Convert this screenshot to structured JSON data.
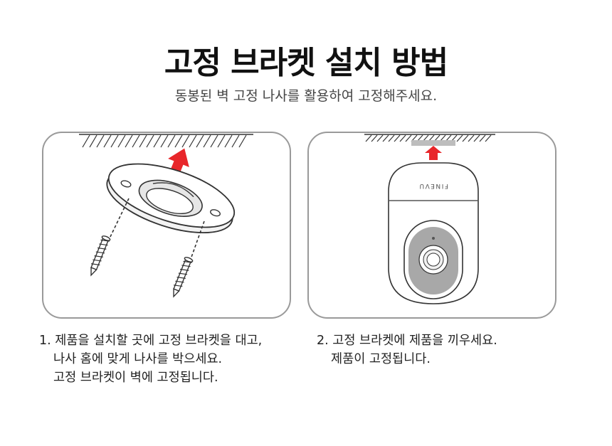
{
  "title": "고정 브라켓 설치 방법",
  "subtitle": "동봉된 벽 고정 나사를 활용하여 고정해주세요.",
  "camera_brand": "FINEVU",
  "steps": [
    {
      "lines": [
        "1. 제품을 설치할 곳에 고정 브라켓을 대고,",
        "나사 홈에 맞게 나사를 박으세요.",
        "고정 브라켓이 벽에 고정됩니다."
      ]
    },
    {
      "lines": [
        "2. 고정 브라켓에 제품을 끼우세요.",
        "제품이 고정됩니다."
      ]
    }
  ],
  "colors": {
    "arrow": "#e8262a",
    "panel_border": "#9a9a9a",
    "lens_gray": "#a8a8a8"
  }
}
